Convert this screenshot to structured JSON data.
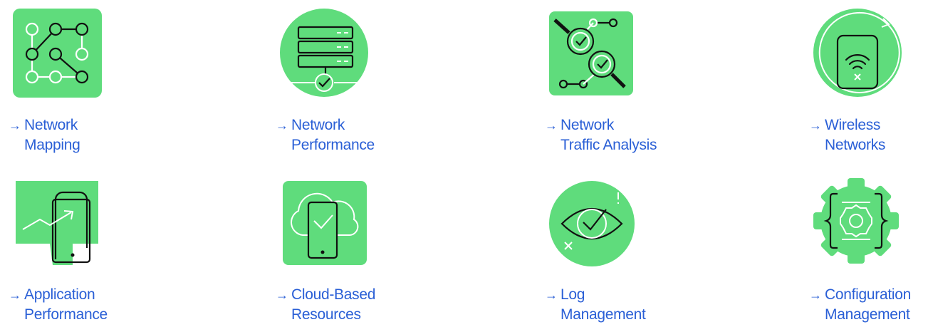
{
  "colors": {
    "tile_green": "#5fdc7c",
    "link_blue": "#2a5fd6",
    "line_dark": "#111111",
    "line_light": "#ffffff"
  },
  "arrow": "→",
  "tiles": [
    {
      "icon": "network-graph-icon",
      "line1": "Network",
      "line2": "Mapping"
    },
    {
      "icon": "server-stack-check-icon",
      "line1": "Network",
      "line2": "Performance"
    },
    {
      "icon": "magnifier-traffic-icon",
      "line1": "Network",
      "line2": "Traffic Analysis"
    },
    {
      "icon": "wireless-device-icon",
      "line1": "Wireless",
      "line2": "Networks"
    },
    {
      "icon": "mobile-trend-icon",
      "line1": "Application",
      "line2": "Performance"
    },
    {
      "icon": "cloud-phone-check-icon",
      "line1": "Cloud-Based",
      "line2": "Resources"
    },
    {
      "icon": "eye-check-icon",
      "line1": "Log",
      "line2": "Management"
    },
    {
      "icon": "gear-braces-icon",
      "line1": "Configuration",
      "line2": "Management"
    }
  ]
}
